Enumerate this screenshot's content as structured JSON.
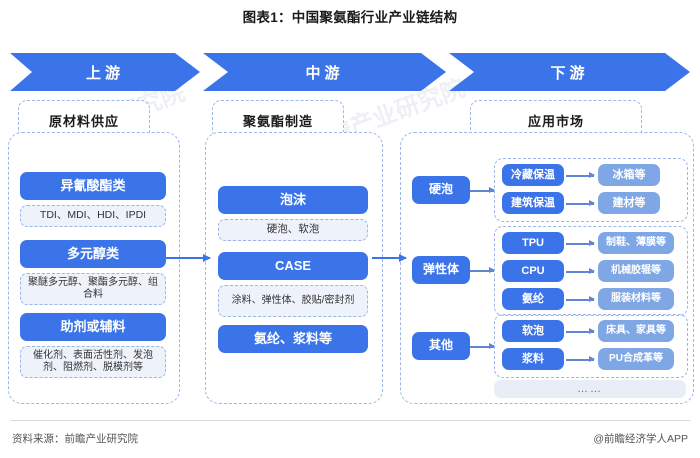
{
  "title": "图表1：中国聚氨酯行业产业链结构",
  "stages": [
    {
      "banner": "上游",
      "cap": "原材料供应"
    },
    {
      "banner": "中游",
      "cap": "聚氨酯制造"
    },
    {
      "banner": "下游",
      "cap": "应用市场"
    }
  ],
  "upstream": {
    "items": [
      {
        "head": "异氰酸酯类",
        "detail": "TDI、MDI、HDI、IPDI"
      },
      {
        "head": "多元醇类",
        "detail": "聚醚多元醇、聚酯多元醇、组合料"
      },
      {
        "head": "助剂或辅料",
        "detail": "催化剂、表面活性剂、发泡剂、阻燃剂、脱模剂等"
      }
    ]
  },
  "midstream": {
    "items": [
      {
        "head": "泡沫",
        "detail": "硬泡、软泡"
      },
      {
        "head": "CASE",
        "detail": "涂料、弹性体、胶贴/密封剂"
      },
      {
        "head": "氨纶、浆料等",
        "detail": ""
      }
    ]
  },
  "downstream": {
    "groups": [
      {
        "source": "硬泡",
        "rows": [
          {
            "mid": "冷藏保温",
            "end": "冰箱等"
          },
          {
            "mid": "建筑保温",
            "end": "建材等"
          }
        ]
      },
      {
        "source": "弹性体",
        "rows": [
          {
            "mid": "TPU",
            "end": "制鞋、薄膜等"
          },
          {
            "mid": "CPU",
            "end": "机械胶辊等"
          },
          {
            "mid": "氨纶",
            "end": "服装材料等"
          }
        ]
      },
      {
        "source": "其他",
        "rows": [
          {
            "mid": "软泡",
            "end": "床具、家具等"
          },
          {
            "mid": "浆料",
            "end": "PU合成革等"
          }
        ]
      }
    ],
    "more": "……"
  },
  "footer": {
    "source": "资料来源：前瞻产业研究院",
    "brand": "@前瞻经济学人APP"
  },
  "watermarks": [
    "前瞻产业研究院",
    "前瞻产业研究院",
    "中国产业研究"
  ],
  "colors": {
    "primary": "#3b74e8",
    "pale": "#7fa7e6",
    "light_fill": "#eef2fa",
    "dashed_border": "#9bb6e8"
  }
}
